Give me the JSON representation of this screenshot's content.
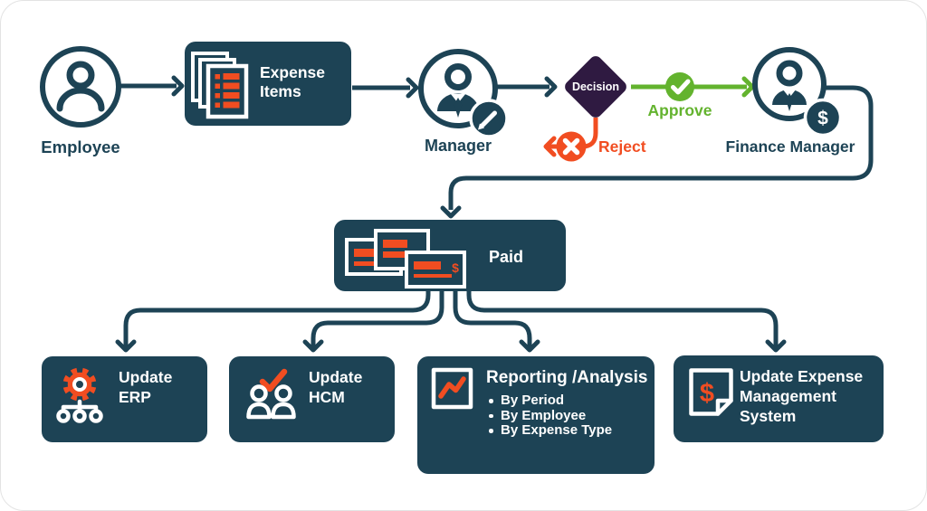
{
  "palette": {
    "dark": "#1d4355",
    "orange": "#f14d21",
    "green": "#63b32e",
    "purple": "#2f1a41",
    "background": "#ffffff"
  },
  "nodes": {
    "employee": {
      "label": "Employee",
      "icon": "person-icon"
    },
    "expense_items": {
      "label": "Expense Items",
      "icon": "documents-stack-icon"
    },
    "manager": {
      "label": "Manager",
      "icon": "person-tie-icon",
      "badge_icon": "pencil-icon"
    },
    "decision": {
      "label": "Decision",
      "shape": "diamond"
    },
    "approve": {
      "label": "Approve",
      "icon": "check-circle-icon"
    },
    "reject": {
      "label": "Reject",
      "icon": "x-circle-icon"
    },
    "finance_manager": {
      "label": "Finance Manager",
      "icon": "person-tie-icon",
      "badge_icon": "dollar-badge-icon",
      "badge_symbol": "$"
    },
    "paid": {
      "label": "Paid",
      "icon": "checks-receipts-icon",
      "check_symbol": "$"
    },
    "update_erp": {
      "label": "Update ERP",
      "icon": "gear-org-chart-icon"
    },
    "update_hcm": {
      "label": "Update HCM",
      "icon": "people-check-icon"
    },
    "reporting": {
      "title": "Reporting /Analysis",
      "icon": "line-chart-icon",
      "bullets": [
        "By Period",
        "By Employee",
        "By Expense Type"
      ]
    },
    "update_ems": {
      "label": "Update Expense Management System",
      "icon": "document-dollar-icon",
      "doc_symbol": "$"
    }
  }
}
